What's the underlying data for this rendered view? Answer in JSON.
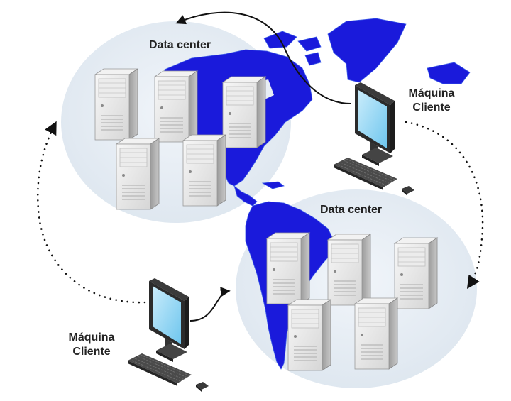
{
  "diagram": {
    "datacenter_top": {
      "label": "Data center"
    },
    "datacenter_bottom": {
      "label": "Data center"
    },
    "client_right": {
      "line1": "Máquina",
      "line2": "Cliente"
    },
    "client_left": {
      "line1": "Máquina",
      "line2": "Cliente"
    }
  },
  "colors": {
    "map_blue": "#1a1adb",
    "map_border": "#3d5ce8",
    "cluster_fill": "#e8eef5",
    "server_face": "#e9e9e9",
    "server_side": "#b8b8b8",
    "monitor_screen": "#9fdcf5",
    "monitor_frame": "#2e2e2e",
    "connector": "#111111"
  },
  "icons": {
    "server": "server-icon",
    "client": "desktop-computer-icon"
  }
}
